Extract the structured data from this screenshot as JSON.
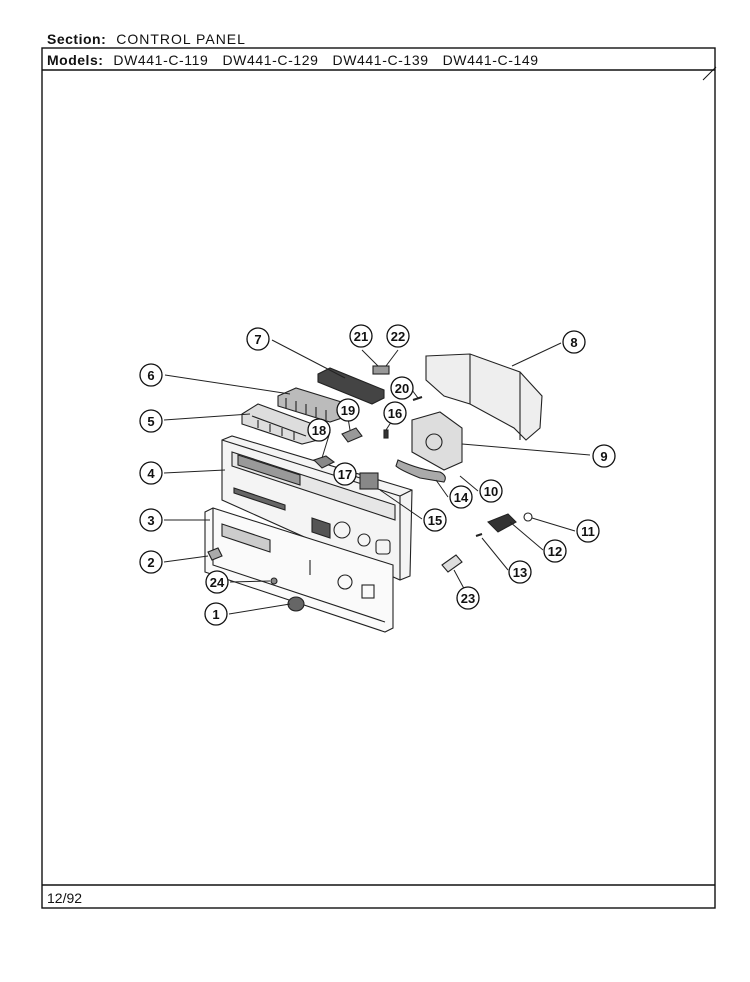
{
  "header": {
    "section_label": "Section:",
    "section_value": "CONTROL PANEL",
    "models_label": "Models:",
    "models": [
      "DW441-C-119",
      "DW441-C-129",
      "DW441-C-139",
      "DW441-C-149"
    ]
  },
  "footer": {
    "date": "12/92"
  },
  "callouts": [
    "1",
    "2",
    "3",
    "4",
    "5",
    "6",
    "7",
    "8",
    "9",
    "10",
    "11",
    "12",
    "13",
    "14",
    "15",
    "16",
    "17",
    "18",
    "19",
    "20",
    "21",
    "22",
    "23",
    "24"
  ]
}
